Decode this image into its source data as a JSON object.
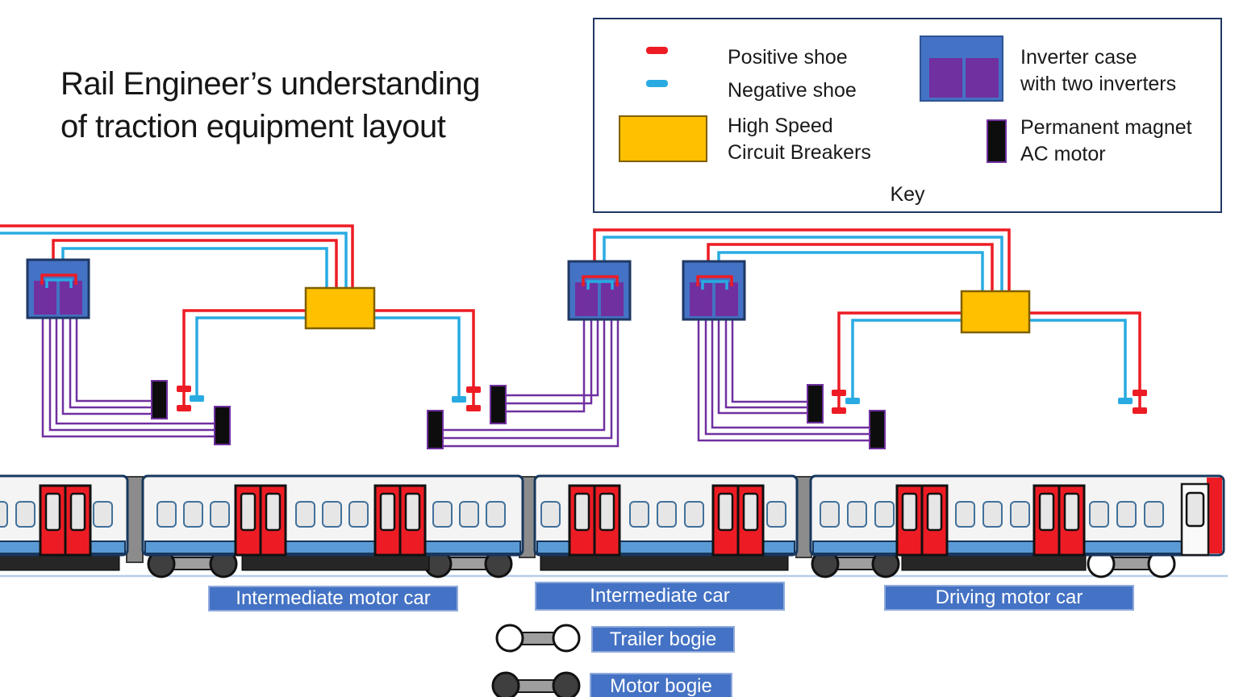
{
  "title": {
    "lines": [
      "Rail Engineer’s understanding",
      "of traction equipment layout"
    ]
  },
  "key": {
    "heading": "Key",
    "items": [
      {
        "id": "positive-shoe",
        "lines": [
          "Positive shoe"
        ]
      },
      {
        "id": "negative-shoe",
        "lines": [
          "Negative shoe"
        ]
      },
      {
        "id": "high-speed-circuit-breakers",
        "lines": [
          "High Speed",
          "Circuit Breakers"
        ]
      },
      {
        "id": "inverter-case",
        "lines": [
          "Inverter case",
          "with two inverters"
        ]
      },
      {
        "id": "permanent-magnet-ac-motor",
        "lines": [
          "Permanent magnet",
          "AC motor"
        ]
      }
    ]
  },
  "train": {
    "car_labels": [
      "Intermediate motor car",
      "Intermediate car",
      "Driving motor car"
    ]
  },
  "bogie_legend": {
    "trailer": "Trailer bogie",
    "motor": "Motor bogie"
  },
  "colors": {
    "positive": "#ED1C24",
    "negative": "#29ABE2",
    "phase": "#7030A0",
    "inverter": "#7030A0",
    "inverter_case": "#4472C4",
    "case_border": "#1F3864",
    "hscb": "#FFC000",
    "hscb_border": "#7F6000",
    "motor": "#0D0D0D",
    "label_bg": "#4472C4",
    "label_border": "#8FAADC",
    "label_text": "#FFFFFF",
    "key_border": "#1F3864",
    "body": "#F4F4F4",
    "body_border": "#17375E",
    "stripe": "#5B9BD5",
    "door": "#ED1C24",
    "window_fill": "#E7E6E6",
    "window_border": "#41719C",
    "skirt": "#262626",
    "gangway": "#8C8C8C",
    "wheel_motor": "#3F3F3F",
    "wheel_trailer": "#FFFFFF",
    "axle": "#9E9E9E",
    "rail": "#B7CDE8",
    "text": "#1A1A1A"
  }
}
